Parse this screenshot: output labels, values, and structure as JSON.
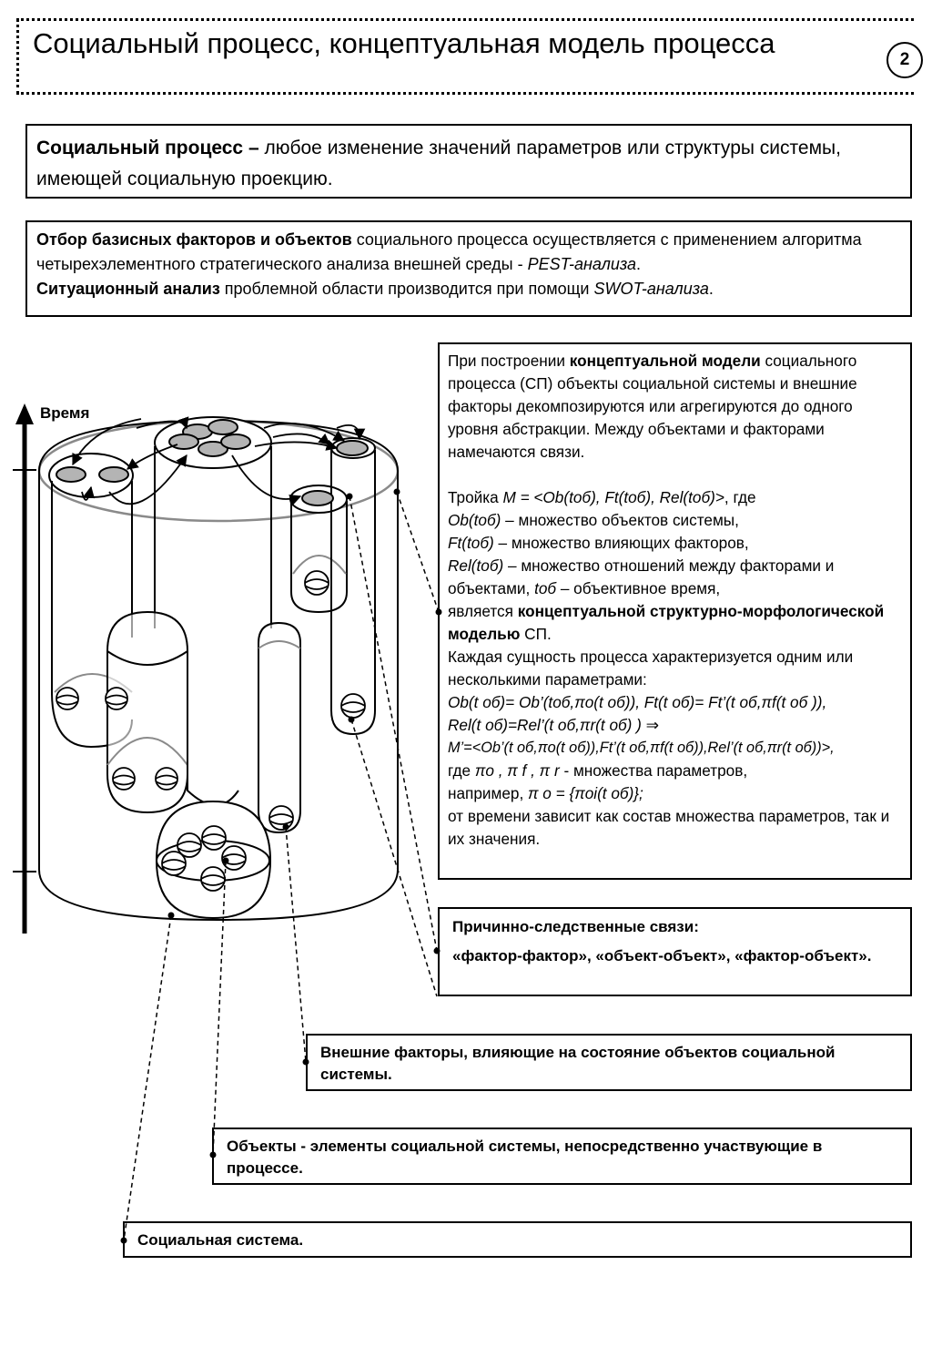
{
  "title": "Социальный процесс, концептуальная модель процесса",
  "page_number": "2",
  "definition": {
    "term": "Социальный процесс –",
    "text": " любое изменение значений параметров или структуры системы, имеющей социальную проекцию."
  },
  "selection": {
    "bold1": "Отбор базисных факторов и объектов",
    "text1": " социального процесса осуществляется с применением алгоритма четырехэлементного стратегического анализа внешней среды - ",
    "ital1": "PEST-анализа",
    "text2": ".",
    "bold2": "Ситуационный анализ",
    "text3": " проблемной области производится при помощи ",
    "ital2": "SWOT-анализа",
    "text4": "."
  },
  "model": {
    "p1_a": "При построении ",
    "p1_b": "концептуальной модели",
    "p1_c": " социального процесса (СП) объекты социальной системы и внешние факторы декомпозируются или агрегируются до одного уровня абстракции. Между объектами и факторами намечаются связи.",
    "p2_a": "Тройка ",
    "p2_formula": "M = <Ob(tоб), Ft(tоб), Rel(tоб)>",
    "p2_b": ", где",
    "l_ob_i": "Ob(tоб)",
    "l_ob": " – множество объектов системы,",
    "l_ft_i": "Ft(tоб)",
    "l_ft": " – множество влияющих факторов,",
    "l_rel_i": "Rel(tоб)",
    "l_rel": " – множество отношений между факторами и объектами, ",
    "l_t_i": "tоб",
    "l_t": " – объективное время,",
    "l_is_a": "является ",
    "l_is_b": "концептуальной структурно-морфологической моделью",
    "l_is_c": " СП.",
    "p3": "Каждая сущность процесса характеризуется одним или несколькими параметрами:",
    "f1": "Ob(t об)= Ob’(tоб,πo(t об)), Ft(t об)= Ft’(t об,πf(t об )),",
    "f2": "Rel(t об)=Rel’(t об,πr(t об) ) ⇒",
    "f3": "M’=<Ob’(t об,πo(t об)),Ft’(t об,πf(t об)),Rel’(t об,πr(t об))>,",
    "f4_a": "где  ",
    "f4_b": "πo , π f , π r",
    "f4_c": " - множества параметров,",
    "f5_a": "например, ",
    "f5_b": "π o = {πoi(t об)};",
    "f6": "от времени зависит как состав множества параметров, так и их значения."
  },
  "cause": {
    "heading": "Причинно-следственные связи:",
    "body": "«фактор-фактор», «объект-объект», «фактор-объект»."
  },
  "external": "Внешние факторы, влияющие на состояние объектов социальной системы.",
  "objects": "Объекты - элементы социальной системы, непосредственно участвующие в процессе.",
  "social_system": "Социальная система.",
  "time_label": "Время",
  "colors": {
    "ellipse_fill": "#b4b4b4",
    "inner_gray": "#8a8a8a"
  }
}
